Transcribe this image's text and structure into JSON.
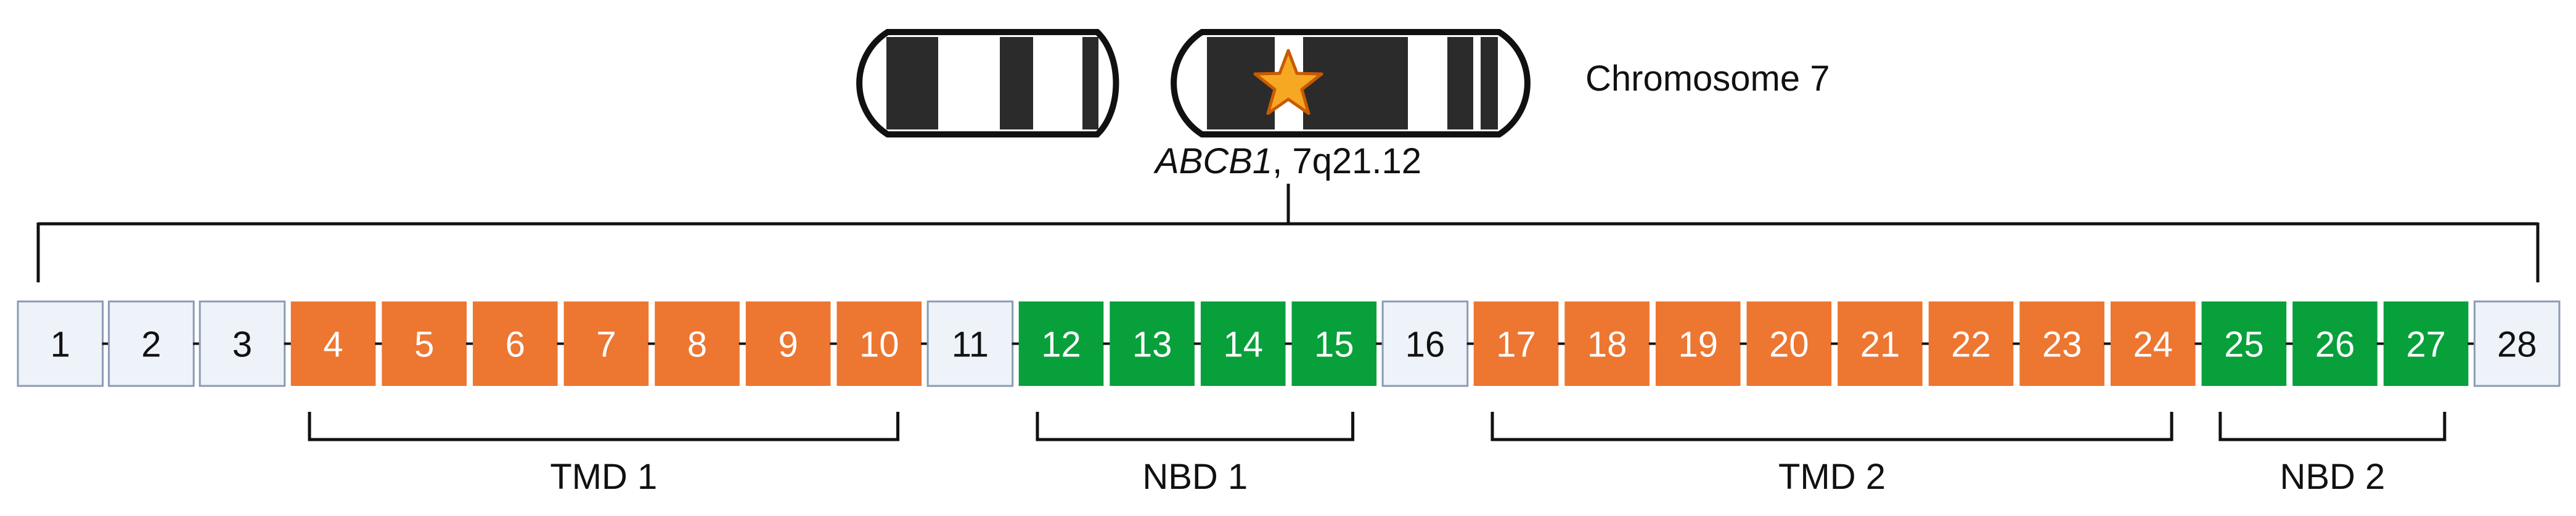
{
  "chromosome": {
    "label": "Chromosome 7",
    "gene_name": "ABCB1",
    "gene_locus": ", 7q21.12",
    "marker_icon": "star-icon"
  },
  "exons": [
    {
      "label": "1",
      "type": "other"
    },
    {
      "label": "2",
      "type": "other"
    },
    {
      "label": "3",
      "type": "other"
    },
    {
      "label": "4",
      "type": "tmd"
    },
    {
      "label": "5",
      "type": "tmd"
    },
    {
      "label": "6",
      "type": "tmd"
    },
    {
      "label": "7",
      "type": "tmd"
    },
    {
      "label": "8",
      "type": "tmd"
    },
    {
      "label": "9",
      "type": "tmd"
    },
    {
      "label": "10",
      "type": "tmd"
    },
    {
      "label": "11",
      "type": "other"
    },
    {
      "label": "12",
      "type": "nbd"
    },
    {
      "label": "13",
      "type": "nbd"
    },
    {
      "label": "14",
      "type": "nbd"
    },
    {
      "label": "15",
      "type": "nbd"
    },
    {
      "label": "16",
      "type": "other"
    },
    {
      "label": "17",
      "type": "tmd"
    },
    {
      "label": "18",
      "type": "tmd"
    },
    {
      "label": "19",
      "type": "tmd"
    },
    {
      "label": "20",
      "type": "tmd"
    },
    {
      "label": "21",
      "type": "tmd"
    },
    {
      "label": "22",
      "type": "tmd"
    },
    {
      "label": "23",
      "type": "tmd"
    },
    {
      "label": "24",
      "type": "tmd"
    },
    {
      "label": "25",
      "type": "nbd"
    },
    {
      "label": "26",
      "type": "nbd"
    },
    {
      "label": "27",
      "type": "nbd"
    },
    {
      "label": "28",
      "type": "other"
    }
  ],
  "domains": [
    {
      "label": "TMD 1",
      "first_exon": 4,
      "last_exon": 10
    },
    {
      "label": "NBD 1",
      "first_exon": 12,
      "last_exon": 15
    },
    {
      "label": "TMD 2",
      "first_exon": 17,
      "last_exon": 24
    },
    {
      "label": "NBD 2",
      "first_exon": 25,
      "last_exon": 27
    }
  ],
  "colors": {
    "tmd": "#ED7631",
    "nbd": "#08A03B",
    "other": "#EEF3F9",
    "outline": "#8A9BB4",
    "star": "#F7A823"
  }
}
